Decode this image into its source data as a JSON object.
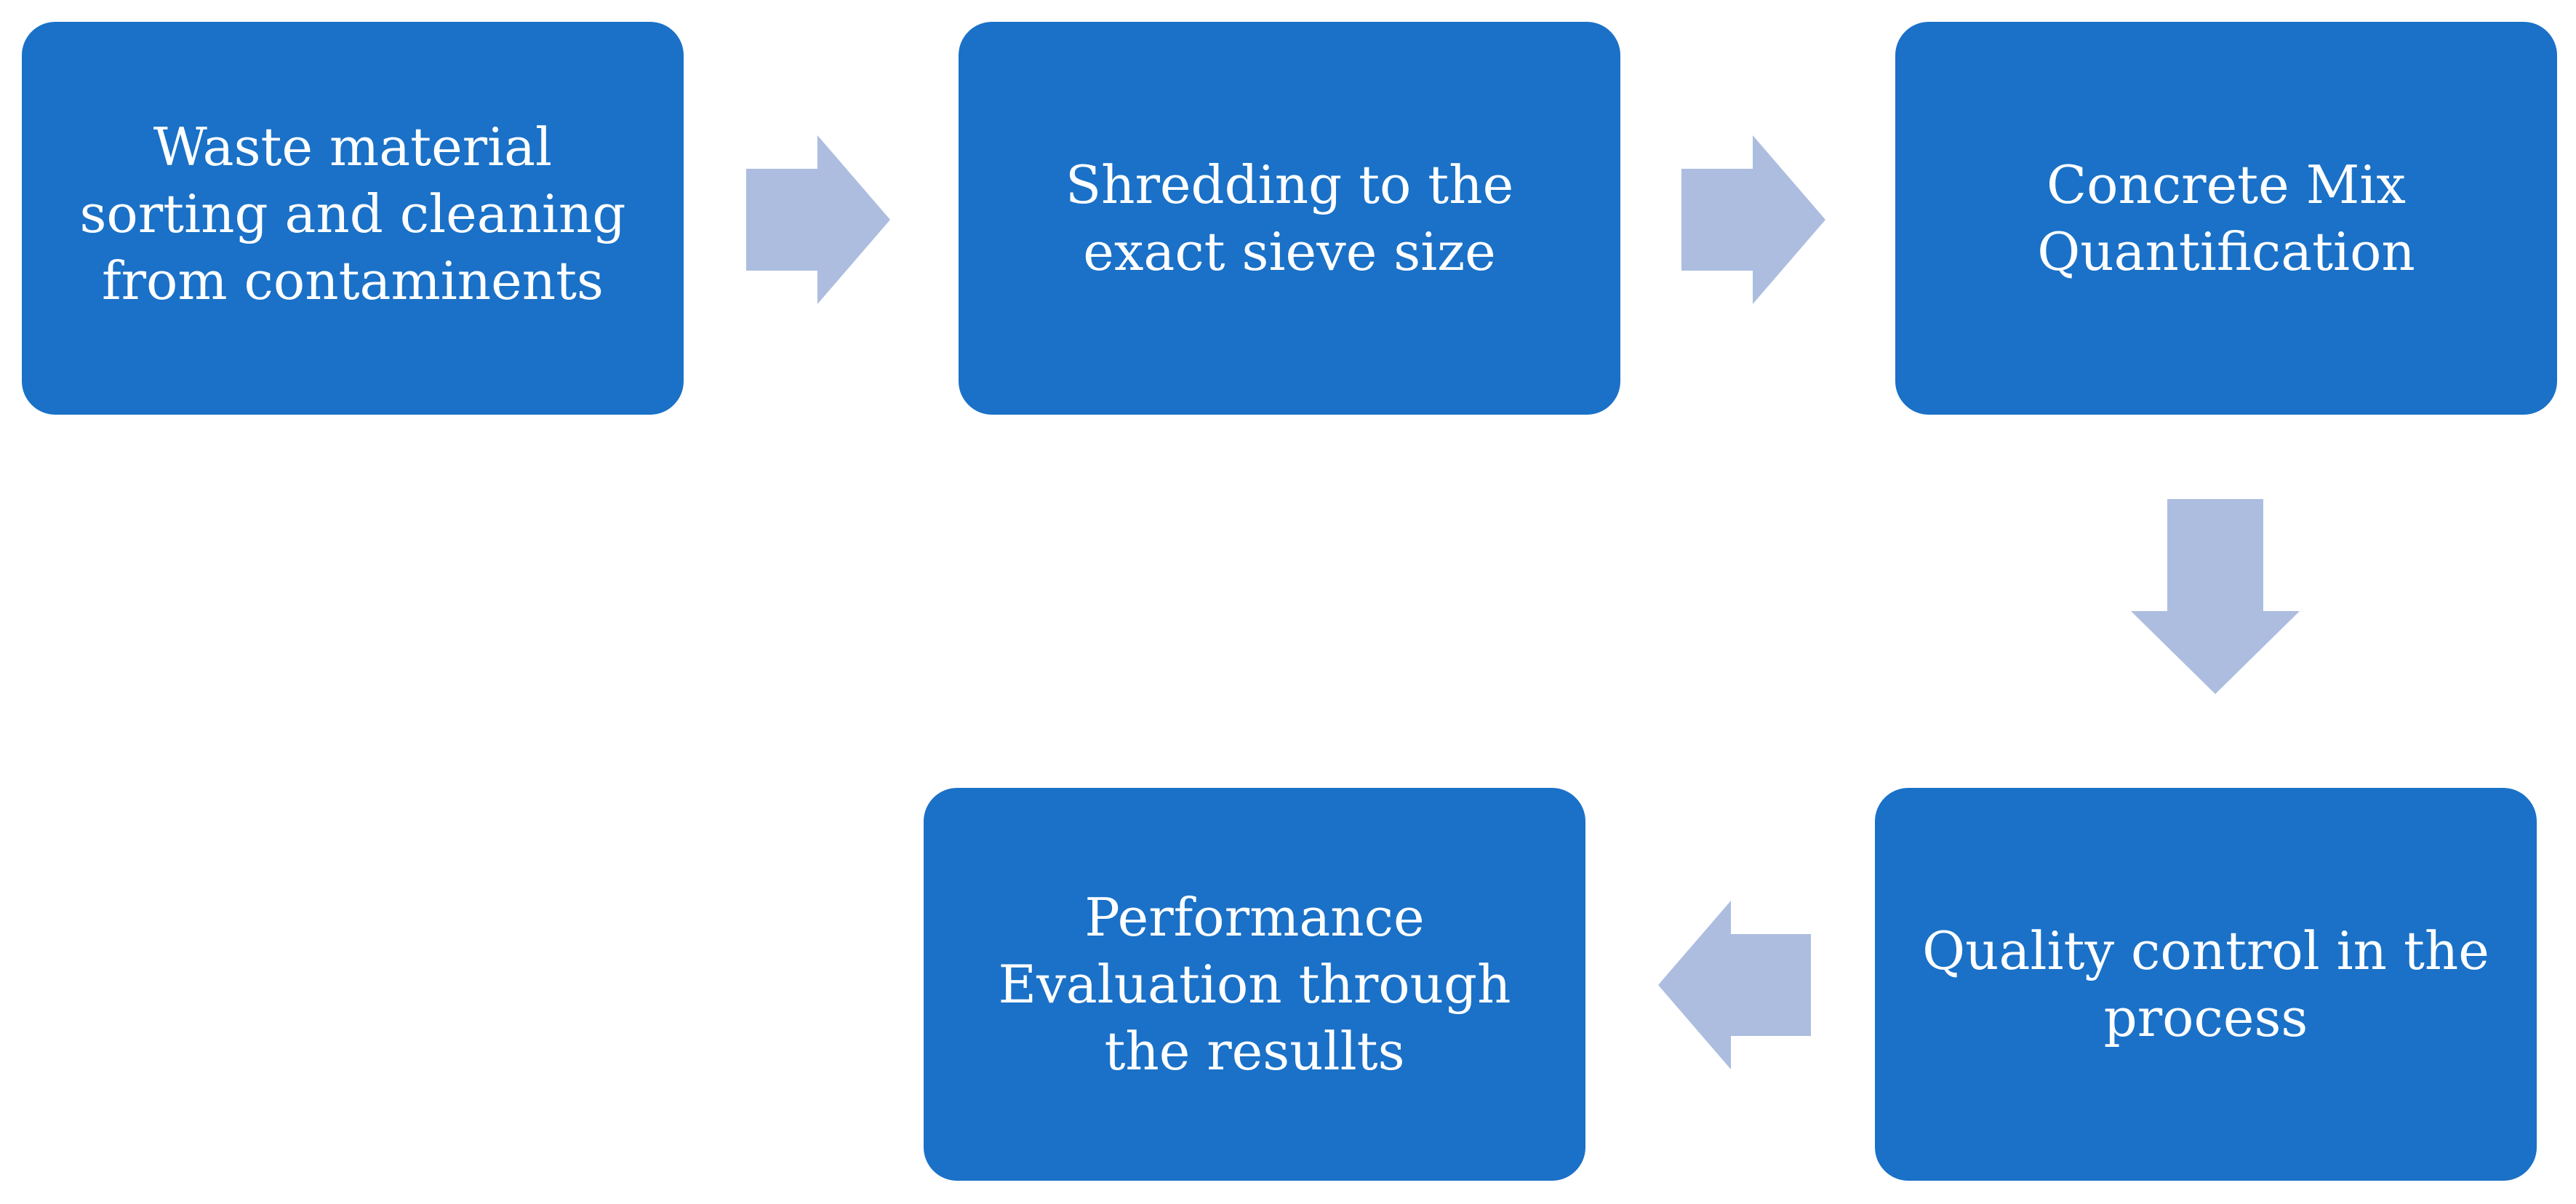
{
  "diagram": {
    "steps": [
      {
        "label": "Waste material sorting and cleaning from contaminents"
      },
      {
        "label": "Shredding to the exact sieve size"
      },
      {
        "label": "Concrete Mix Quantification"
      },
      {
        "label": "Quality control in the process"
      },
      {
        "label": "Performance Evaluation through the resullts"
      }
    ],
    "colors": {
      "box_fill": "#1a71c7",
      "box_text": "#ffffff",
      "arrow_fill": "#adbde0",
      "background": "#ffffff"
    }
  }
}
